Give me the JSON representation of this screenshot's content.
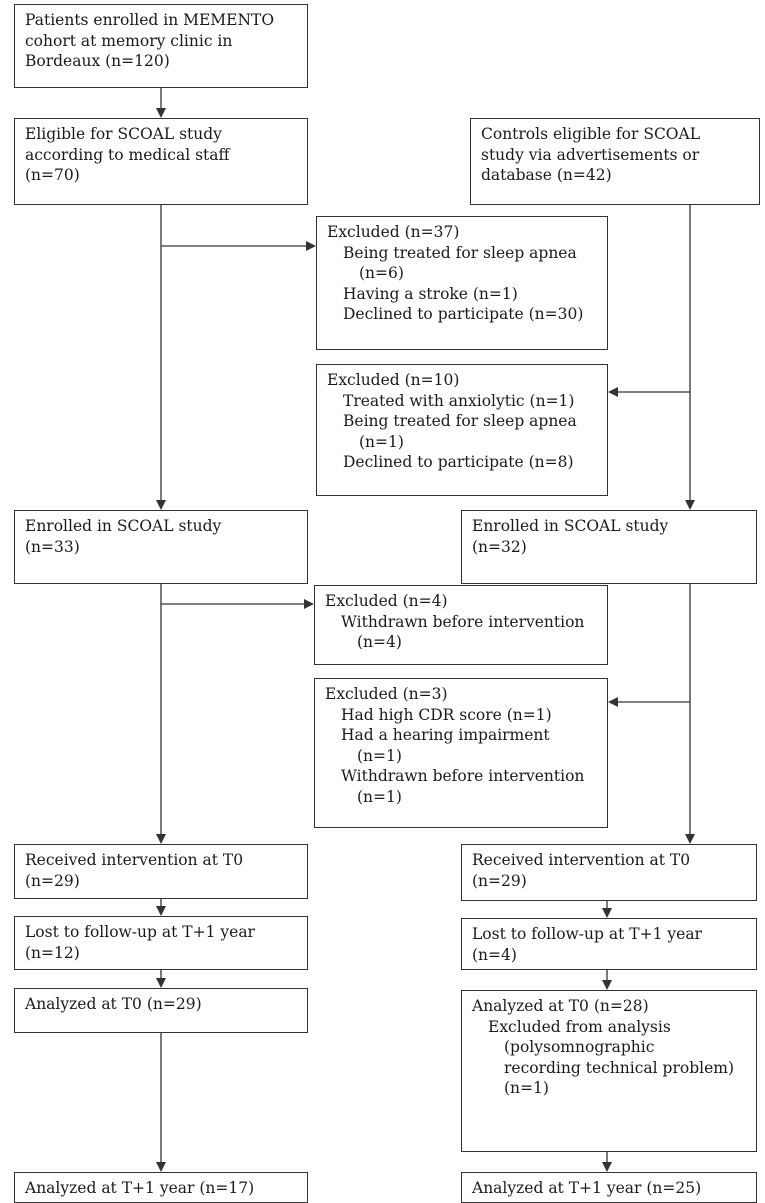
{
  "boxes": {
    "memento": [
      "Patients enrolled in MEMENTO",
      "cohort at memory clinic in",
      "Bordeaux (n=120)"
    ],
    "eligible_patients": [
      "Eligible for SCOAL study",
      "according to medical staff",
      "(n=70)"
    ],
    "eligible_controls": [
      "Controls eligible for SCOAL",
      "study via advertisements or",
      "database (n=42)"
    ],
    "excluded_37": [
      "Excluded (n=37)",
      "Being treated for sleep apnea",
      "(n=6)",
      "Having a stroke (n=1)",
      "Declined to participate (n=30)"
    ],
    "excluded_10": [
      "Excluded (n=10)",
      "Treated with anxiolytic (n=1)",
      "Being treated for sleep apnea",
      "(n=1)",
      "Declined to participate (n=8)"
    ],
    "enrolled_patients": [
      "Enrolled in SCOAL study",
      "(n=33)"
    ],
    "enrolled_controls": [
      "Enrolled in SCOAL study",
      "(n=32)"
    ],
    "excluded_4": [
      "Excluded (n=4)",
      "Withdrawn before intervention",
      "(n=4)"
    ],
    "excluded_3": [
      "Excluded (n=3)",
      "Had high CDR score (n=1)",
      "Had a hearing impairment",
      "(n=1)",
      "Withdrawn before intervention",
      "(n=1)"
    ],
    "received_patients": [
      "Received intervention at T0",
      "(n=29)"
    ],
    "received_controls": [
      "Received intervention at T0",
      "(n=29)"
    ],
    "lost_patients": [
      "Lost to follow-up at T+1 year",
      "(n=12)"
    ],
    "lost_controls": [
      "Lost to follow-up at T+1 year",
      "(n=4)"
    ],
    "analyzed_t0_patients": [
      "Analyzed at T0 (n=29)"
    ],
    "analyzed_t0_controls": [
      "Analyzed at T0 (n=28)",
      "Excluded from analysis",
      "(polysomnographic",
      "recording technical problem)",
      "(n=1)"
    ],
    "analyzed_t1_patients": [
      "Analyzed at T+1 year (n=17)"
    ],
    "analyzed_t1_controls": [
      "Analyzed at T+1 year (n=25)"
    ]
  }
}
